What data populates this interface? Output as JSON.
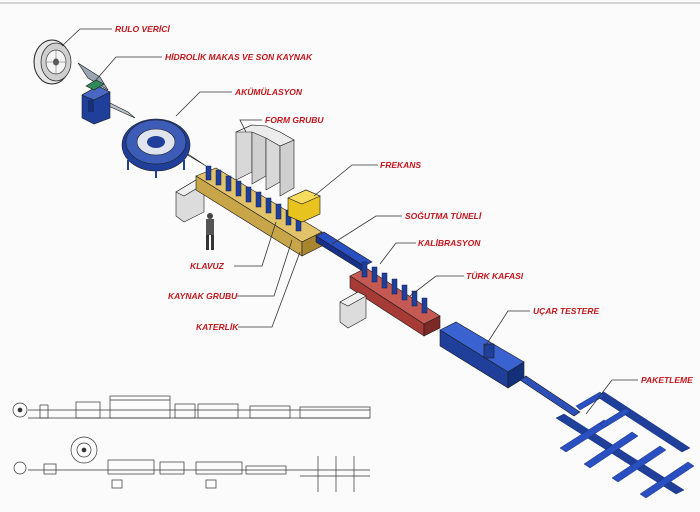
{
  "labels": {
    "rulo_verici": "RULO VERİCİ",
    "hidrolik_makas": "HİDROLİK MAKAS VE SON KAYNAK",
    "akumulasyon": "AKÜMÜLASYON",
    "form_grubu": "FORM GRUBU",
    "frekans": "FREKANS",
    "sogutma_tuneli": "SOĞUTMA TÜNELİ",
    "kalibrasyon": "KALİBRASYON",
    "turk_kafasi": "TÜRK KAFASI",
    "ucar_testere": "UÇAR TESTERE",
    "paketleme": "PAKETLEME",
    "klavuz": "KLAVUZ",
    "kaynak_grubu": "KAYNAK GRUBU",
    "katerlik": "KATERLİK"
  },
  "colors": {
    "label": "#c4161c",
    "machine_blue": "#1f3f9a",
    "base_tan": "#c9a54a",
    "base_red": "#a63a35",
    "frekans_yellow": "#e8c21f",
    "cabinet_gray": "#d8d8d8"
  }
}
